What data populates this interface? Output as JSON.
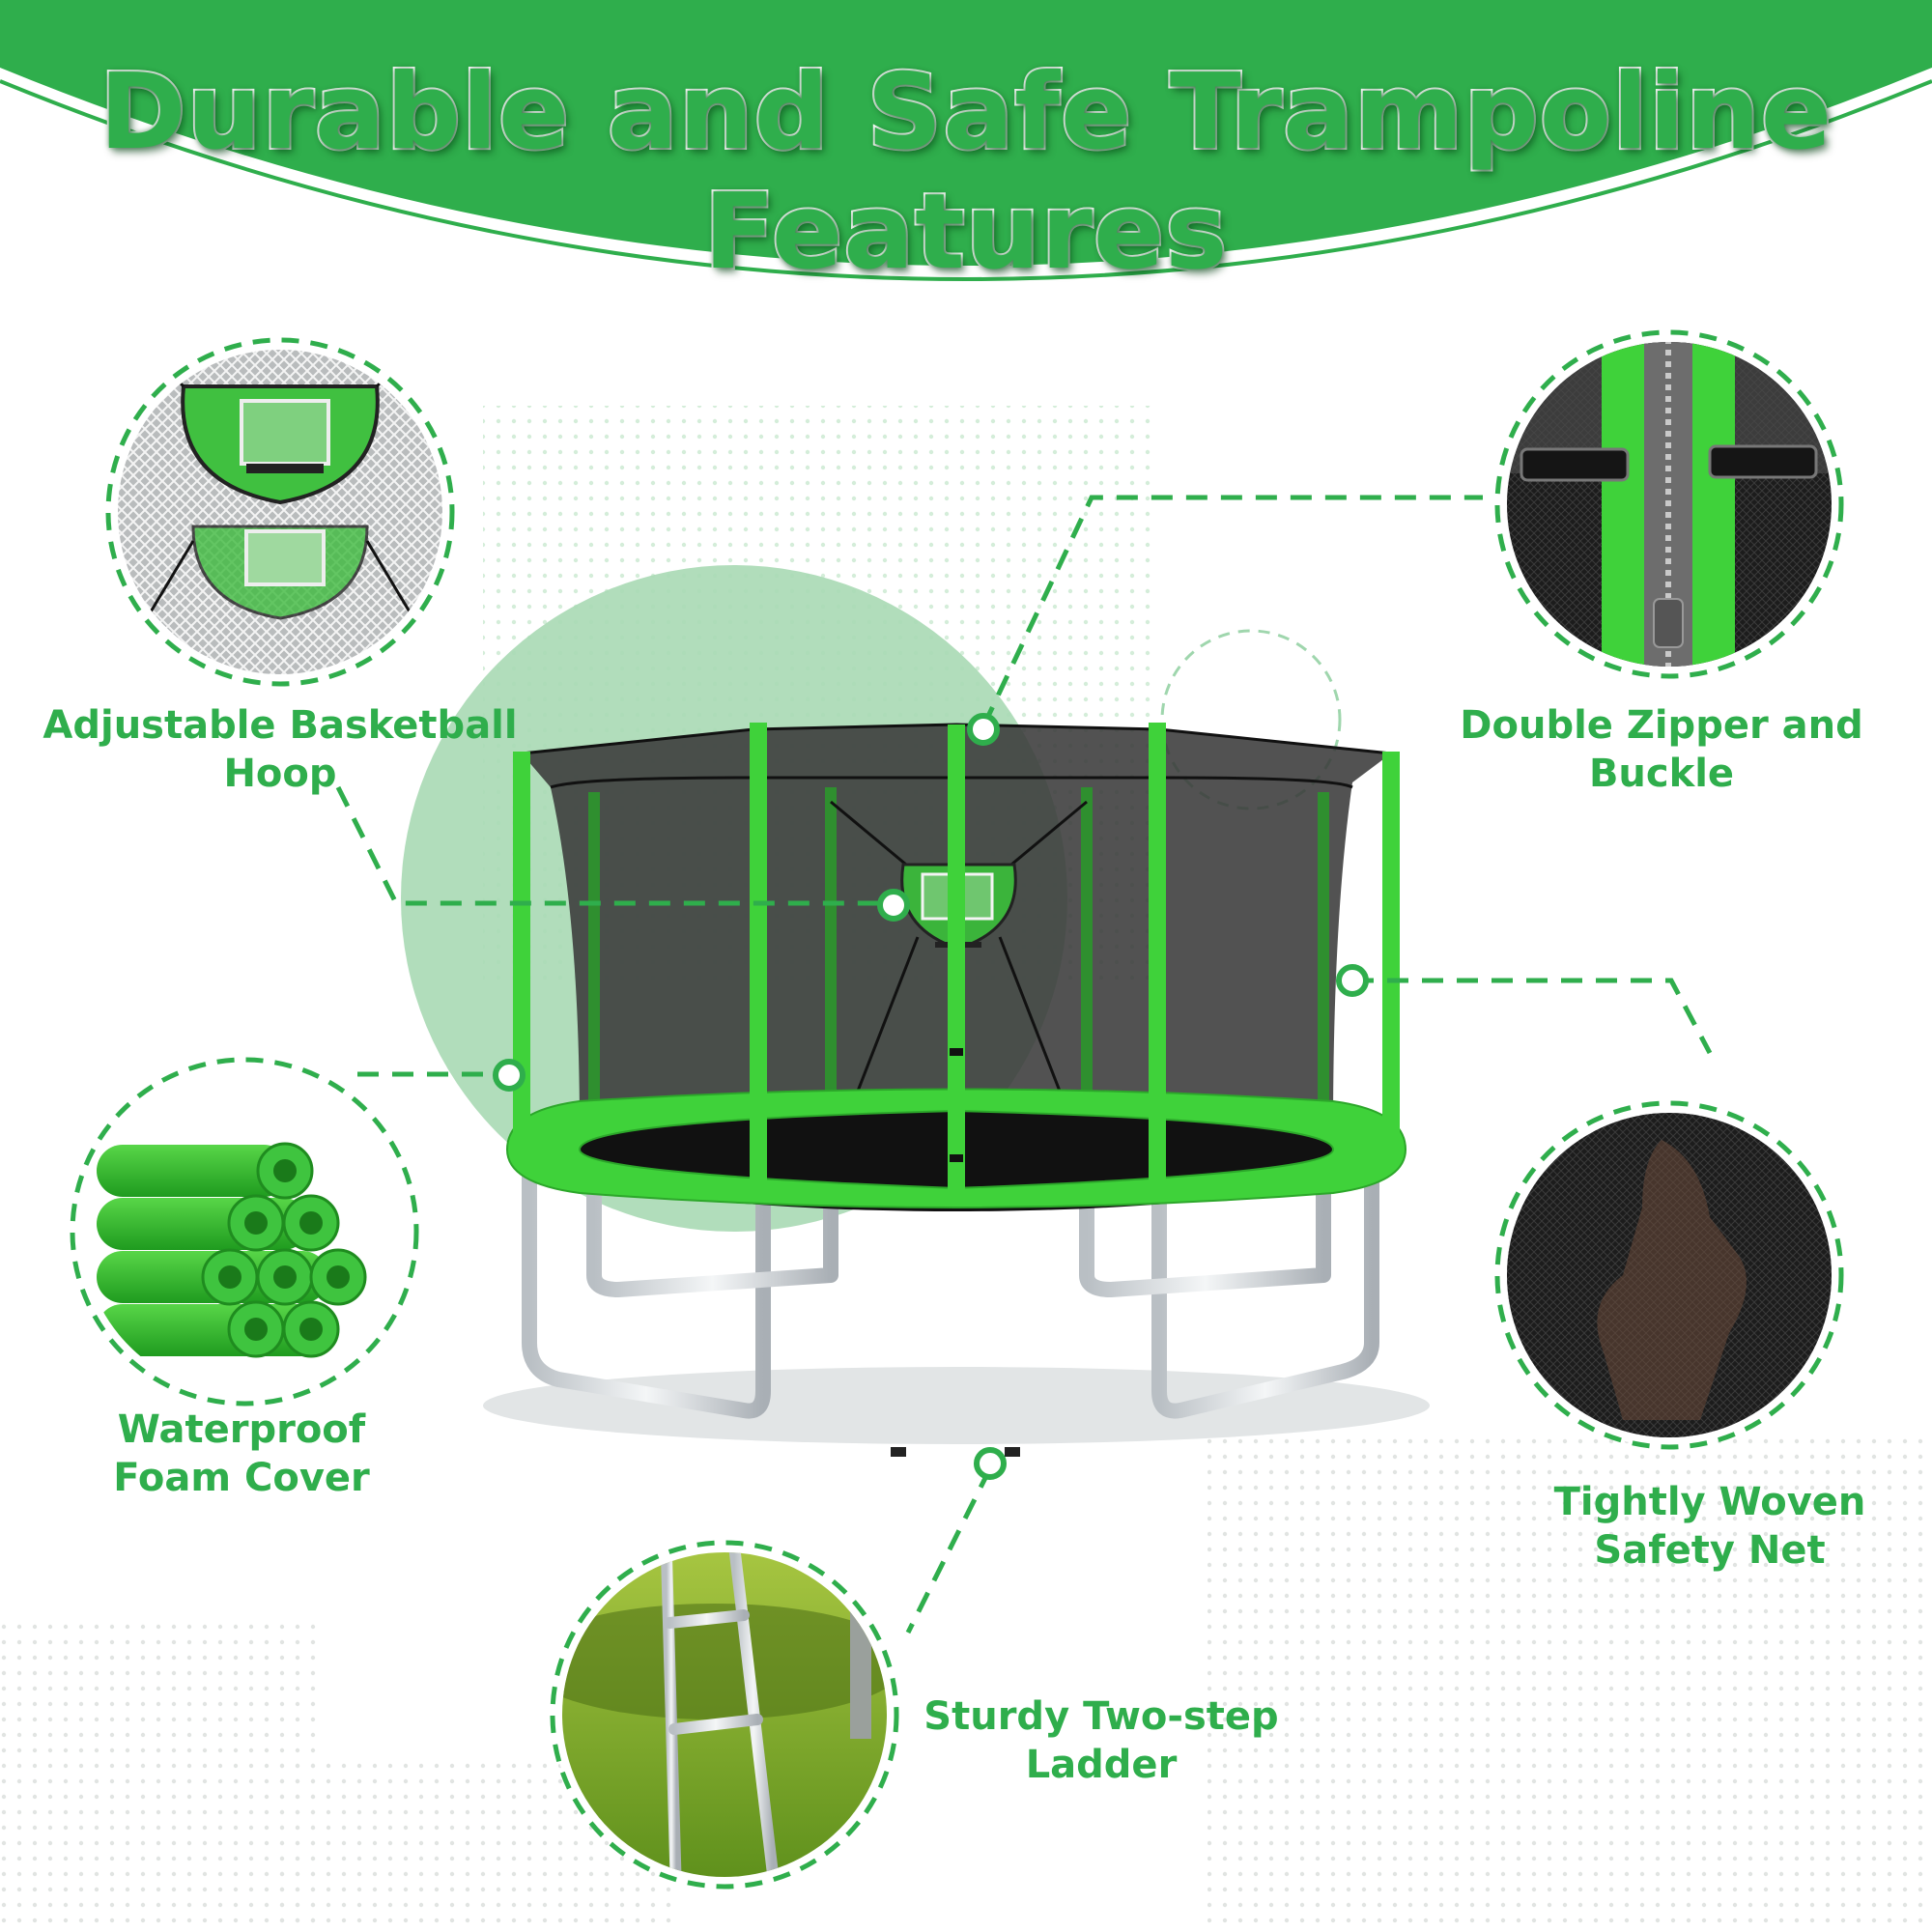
{
  "title": {
    "line1": "Durable and Safe Trampoline",
    "line2": "Features"
  },
  "features": [
    {
      "id": "hoop",
      "icon": "basketball-hoop-icon",
      "line1": "Adjustable Basketball",
      "line2": "Hoop"
    },
    {
      "id": "zipper",
      "icon": "zipper-buckle-icon",
      "line1": "Double Zipper and",
      "line2": "Buckle"
    },
    {
      "id": "foam",
      "icon": "foam-tube-icon",
      "line1": "Waterproof",
      "line2": "Foam Cover"
    },
    {
      "id": "net",
      "icon": "safety-net-icon",
      "line1": "Tightly Woven",
      "line2": "Safety Net"
    },
    {
      "id": "ladder",
      "icon": "ladder-icon",
      "line1": "Sturdy Two-step",
      "line2": "Ladder"
    }
  ],
  "colors": {
    "brand_green": "#2fae4c",
    "frame_green": "#3fd23a",
    "net_dark": "#3a3a3a",
    "leg_silver": "#d9dde0"
  }
}
